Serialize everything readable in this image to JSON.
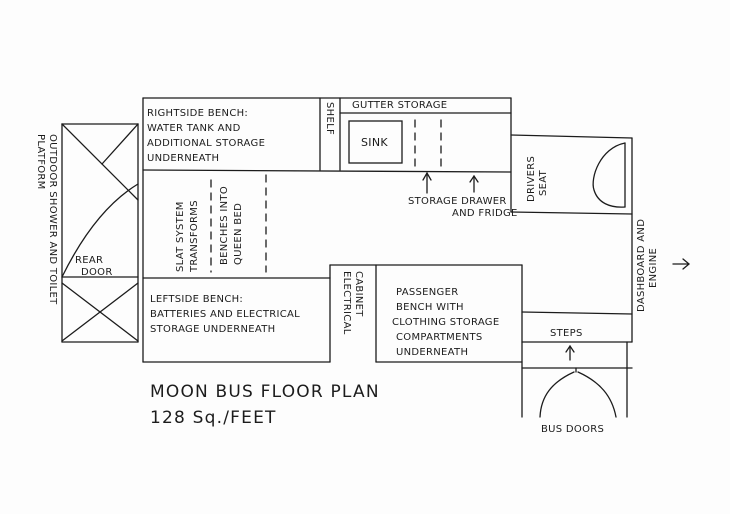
{
  "title": "MOON BUS FLOOR PLAN",
  "area": "128 Sq./FEET",
  "labels": {
    "right_bench": [
      "RIGHTSIDE BENCH:",
      "WATER TANK AND",
      "ADDITIONAL STORAGE",
      "UNDERNEATH"
    ],
    "shelf": "SHELF",
    "gutter_storage": "GUTTER STORAGE",
    "sink": "SINK",
    "storage_drawer": "STORAGE DRAWER",
    "fridge": "AND FRIDGE",
    "drivers_seat": [
      "DRIVERS",
      "SEAT"
    ],
    "dashboard": [
      "DASHBOARD AND",
      "ENGINE"
    ],
    "outdoor_platform": [
      "OUTDOOR SHOWER AND TOILET",
      "PLATFORM"
    ],
    "rear_door": [
      "REAR",
      "DOOR"
    ],
    "slat_system": [
      "SLAT SYSTEM",
      "TRANSFORMS"
    ],
    "benches_into": [
      "BENCHES INTO",
      "QUEEN BED"
    ],
    "left_bench": [
      "LEFTSIDE BENCH:",
      "BATTERIES AND ELECTRICAL",
      "STORAGE UNDERNEATH"
    ],
    "electrical_cabinet": [
      "ELECTRICAL",
      "CABINET"
    ],
    "passenger_bench": [
      "PASSENGER",
      "BENCH WITH",
      "CLOTHING STORAGE",
      "COMPARTMENTS",
      "UNDERNEATH"
    ],
    "steps": "STEPS",
    "bus_doors": "BUS DOORS"
  }
}
